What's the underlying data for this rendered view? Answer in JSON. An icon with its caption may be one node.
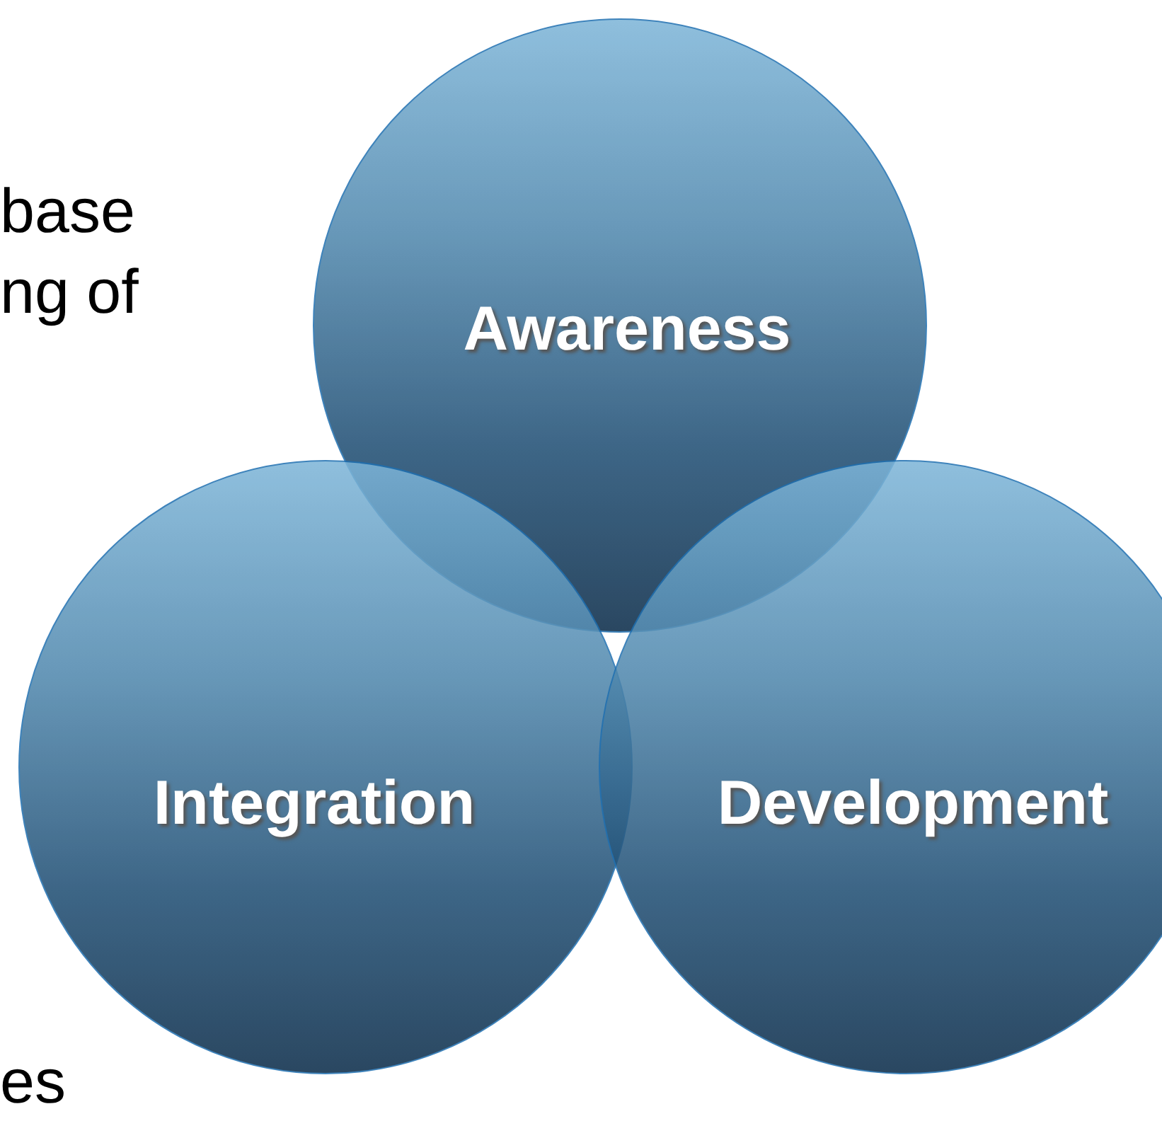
{
  "diagram": {
    "nodes": [
      {
        "text": [
          "Awareness"
        ]
      },
      {
        "text": [
          "Integration"
        ]
      },
      {
        "text": [
          "Development"
        ]
      }
    ],
    "labels": [
      "base",
      "ng of",
      "es"
    ]
  }
}
